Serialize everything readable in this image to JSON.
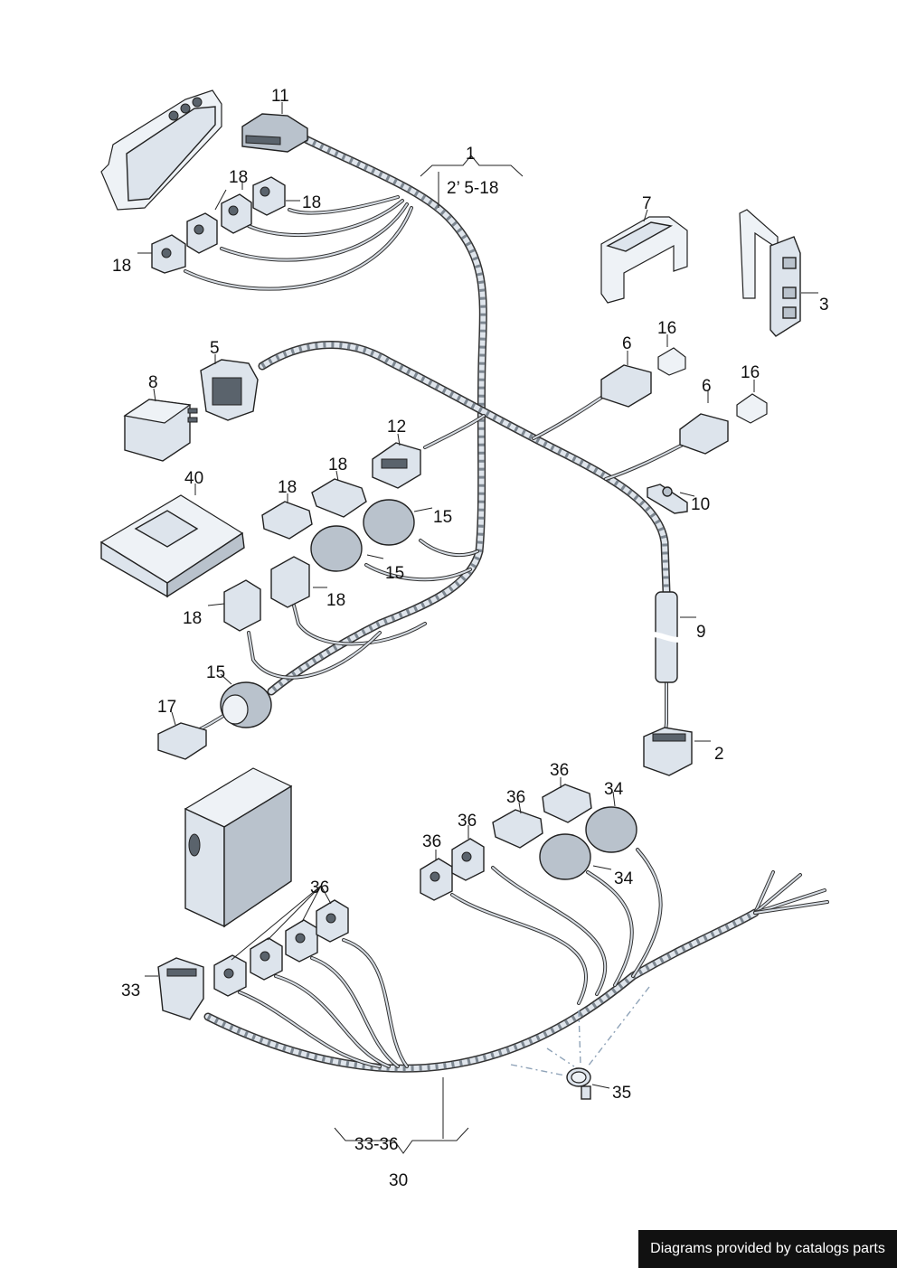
{
  "callouts": {
    "c1": "1",
    "c1_range": "2’ 5-18",
    "c2": "2",
    "c3": "3",
    "c5": "5",
    "c6a": "6",
    "c6b": "6",
    "c7": "7",
    "c8": "8",
    "c9": "9",
    "c10": "10",
    "c11": "11",
    "c12": "12",
    "c15a": "15",
    "c15b": "15",
    "c15c": "15",
    "c16a": "16",
    "c16b": "16",
    "c17": "17",
    "c18a": "18",
    "c18b": "18",
    "c18c": "18",
    "c18d": "18",
    "c18e": "18",
    "c18f": "18",
    "c18g": "18",
    "c30": "30",
    "c30_range": "33-36",
    "c33": "33",
    "c34a": "34",
    "c34b": "34",
    "c35": "35",
    "c36a": "36",
    "c36b": "36",
    "c36c": "36",
    "c36d": "36",
    "c36e": "36",
    "c40": "40"
  },
  "footer": {
    "credit": "Diagrams provided by catalogs parts"
  }
}
